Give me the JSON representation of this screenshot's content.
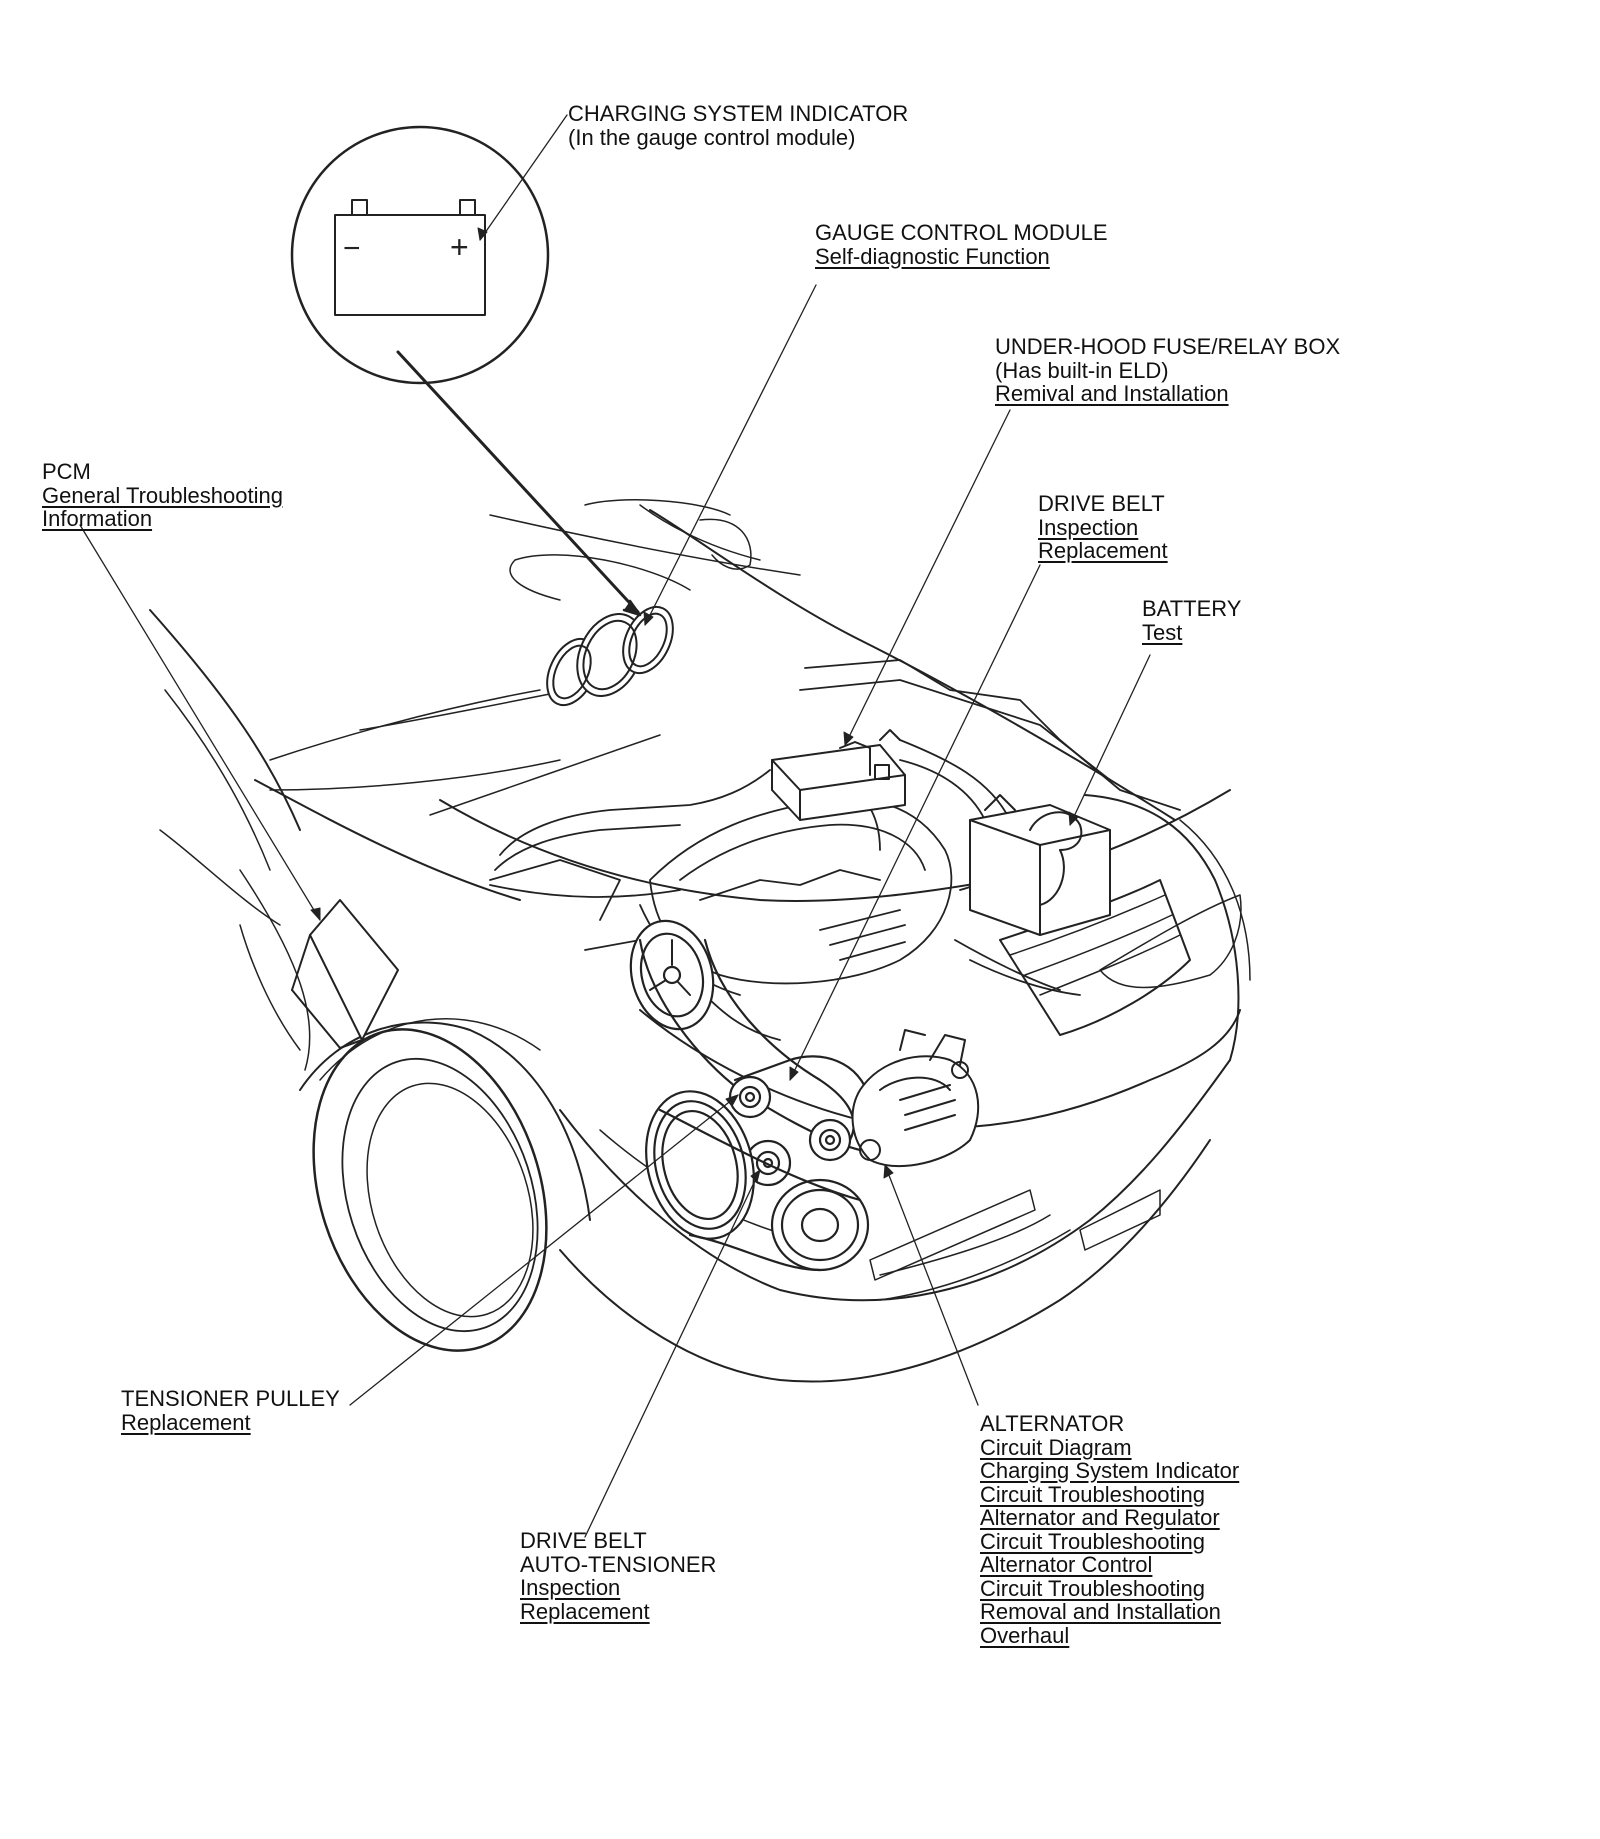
{
  "figure": {
    "callouts": [
      {
        "id": "charging-system-indicator",
        "title_lines": [
          "CHARGING SYSTEM INDICATOR",
          "(In the gauge control module)"
        ],
        "links": []
      },
      {
        "id": "gauge-control-module",
        "title_lines": [
          "GAUGE CONTROL MODULE"
        ],
        "links": [
          "Self-diagnostic Function"
        ]
      },
      {
        "id": "under-hood-fuse-relay-box",
        "title_lines": [
          "UNDER-HOOD FUSE/RELAY BOX",
          "(Has built-in ELD)"
        ],
        "links": [
          "Remival and Installation"
        ]
      },
      {
        "id": "pcm",
        "title_lines": [
          "PCM"
        ],
        "links": [
          "General Troubleshooting",
          "Information"
        ]
      },
      {
        "id": "drive-belt",
        "title_lines": [
          "DRIVE BELT"
        ],
        "links": [
          "Inspection",
          "Replacement"
        ]
      },
      {
        "id": "battery",
        "title_lines": [
          "BATTERY"
        ],
        "links": [
          "Test"
        ]
      },
      {
        "id": "tensioner-pulley",
        "title_lines": [
          "TENSIONER PULLEY"
        ],
        "links": [
          "Replacement"
        ]
      },
      {
        "id": "alternator",
        "title_lines": [
          "ALTERNATOR"
        ],
        "links": [
          "Circuit Diagram",
          "Charging System Indicator",
          "Circuit Troubleshooting",
          "Alternator and Regulator",
          "Circuit Troubleshooting",
          "Alternator Control",
          "Circuit Troubleshooting",
          "Removal and Installation",
          "Overhaul"
        ]
      },
      {
        "id": "drive-belt-auto-tensioner",
        "title_lines": [
          "DRIVE BELT",
          "AUTO-TENSIONER"
        ],
        "links": [
          "Inspection",
          "Replacement"
        ]
      }
    ],
    "indicator_symbols": {
      "negative": "−",
      "positive": "+"
    }
  }
}
